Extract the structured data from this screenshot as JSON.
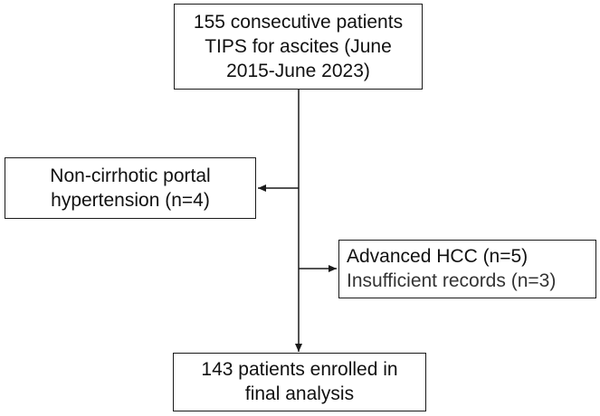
{
  "flowchart": {
    "enrollment": {
      "lines": [
        "155 consecutive patients",
        "TIPS for ascites (June",
        "2015-June 2023)"
      ]
    },
    "exclusion_first": {
      "lines": [
        "Non-cirrhotic portal",
        "hypertension (n=4)"
      ]
    },
    "exclusion_second": {
      "lines": [
        "Advanced HCC (n=5)",
        "Insufficient records (n=3)"
      ]
    },
    "final": {
      "lines": [
        "143 patients enrolled in",
        "final analysis"
      ]
    }
  }
}
